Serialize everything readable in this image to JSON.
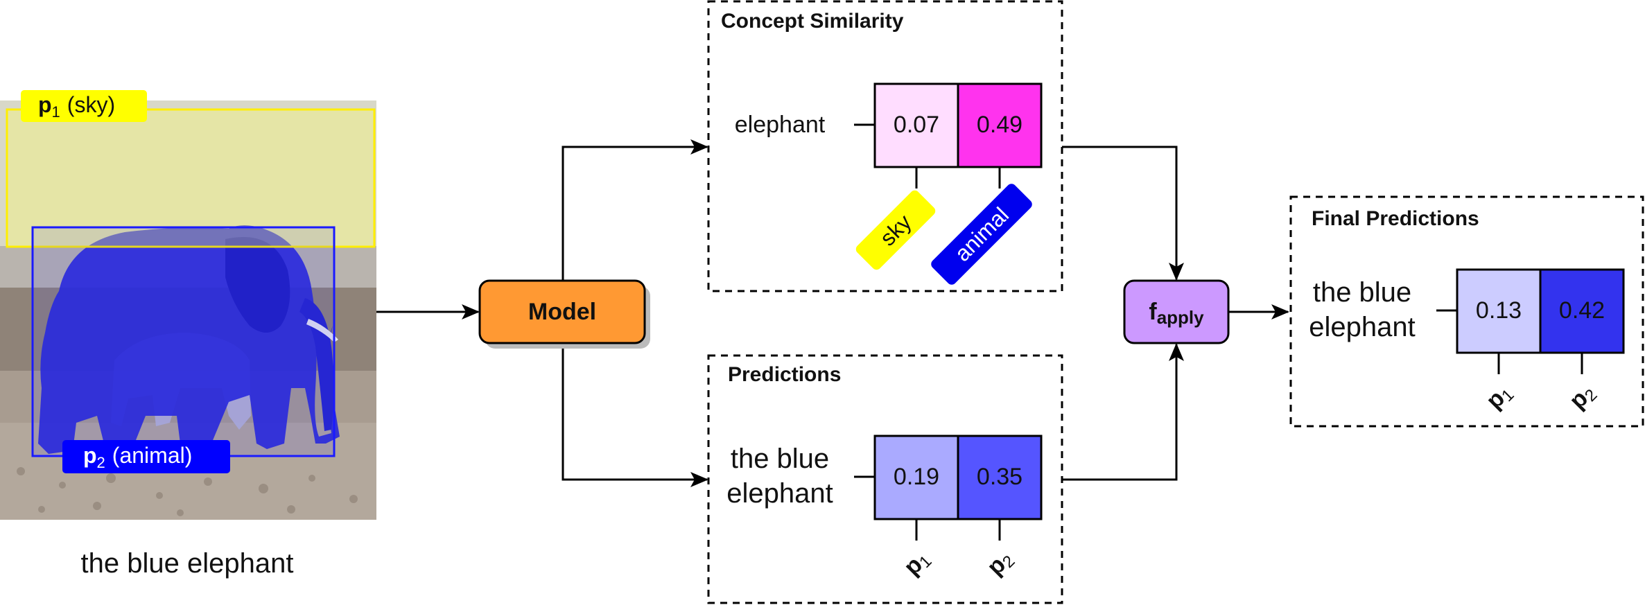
{
  "image": {
    "caption": "the blue elephant",
    "region_sky": {
      "bold": "p",
      "sub": "1",
      "name": "(sky)",
      "color": "#ffff00"
    },
    "region_animal": {
      "bold": "p",
      "sub": "2",
      "name": "(animal)",
      "color": "#0000ff"
    }
  },
  "model": {
    "label": "Model",
    "color": "#ff9933"
  },
  "concept_similarity": {
    "title": "Concept Similarity",
    "row_label": "elephant",
    "cells": [
      {
        "value": "0.07",
        "color": "#ffddff",
        "tag": "sky",
        "tag_color": "#ffff00",
        "tag_text_color": "#111111"
      },
      {
        "value": "0.49",
        "color": "#ff33ee",
        "tag": "animal",
        "tag_color": "#0000ee",
        "tag_text_color": "#ffffff"
      }
    ]
  },
  "predictions": {
    "title": "Predictions",
    "row_label_line1": "the blue",
    "row_label_line2": "elephant",
    "cells": [
      {
        "value": "0.19",
        "color": "#aaaaff",
        "tag_bold": "p",
        "tag_sub": "1"
      },
      {
        "value": "0.35",
        "color": "#5555ff",
        "tag_bold": "p",
        "tag_sub": "2"
      }
    ]
  },
  "apply": {
    "label_main": "f",
    "label_sub": "apply",
    "color": "#cc99ff"
  },
  "final_predictions": {
    "title": "Final Predictions",
    "row_label_line1": "the blue",
    "row_label_line2": "elephant",
    "cells": [
      {
        "value": "0.13",
        "color": "#ccccff",
        "tag_bold": "p",
        "tag_sub": "1"
      },
      {
        "value": "0.42",
        "color": "#3333ee",
        "tag_bold": "p",
        "tag_sub": "2"
      }
    ]
  }
}
